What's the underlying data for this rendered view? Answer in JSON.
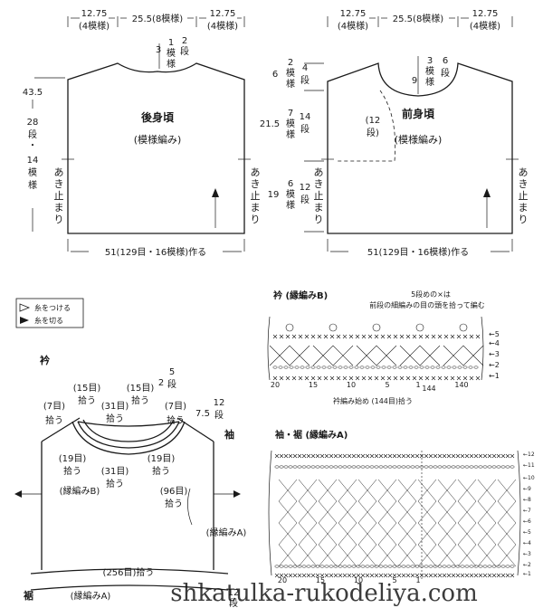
{
  "back_panel": {
    "title": "後身頃",
    "pattern": "(模様編み)",
    "top_left": [
      "12.75",
      "(4模様)"
    ],
    "top_center": [
      "25.5(8模様)"
    ],
    "top_right": [
      "12.75",
      "(4模様)"
    ],
    "neck_rows": [
      "3",
      "1",
      "模",
      "様",
      "2",
      "段"
    ],
    "height_total": [
      "43.5",
      "28",
      "段",
      "・",
      "14",
      "模",
      "様"
    ],
    "opening": [
      "あ",
      "き",
      "止",
      "ま",
      "り"
    ],
    "bottom": "51(129目・16模様)作る"
  },
  "front_panel": {
    "title": "前身頃",
    "pattern": "(模様編み)",
    "top_left": [
      "12.75",
      "(4模様)"
    ],
    "top_center": [
      "25.5(8模様)"
    ],
    "top_right": [
      "12.75",
      "(4模様)"
    ],
    "neck_rows": [
      "9",
      "3",
      "模",
      "様",
      "6",
      "段"
    ],
    "neck_side": [
      "(12",
      "段)"
    ],
    "left_dims": [
      "6",
      "2",
      "模",
      "様",
      "4",
      "段",
      "21.5",
      "7",
      "模",
      "様",
      "14",
      "段",
      "19",
      "6",
      "模",
      "様",
      "12",
      "段"
    ],
    "opening": [
      "あ",
      "き",
      "止",
      "ま",
      "り"
    ],
    "bottom": "51(129目・16模様)作る"
  },
  "legend": {
    "attach": "糸をつける",
    "cut": "糸を切る"
  },
  "assembly": {
    "collar_label": "衿",
    "sleeve_label": "袖",
    "hem_label": "裾",
    "labels": {
      "l15a": "(15目)",
      "l15a_b": "拾う",
      "l15b": "(15目)",
      "l15b_b": "拾う",
      "l31a": "(31目)",
      "l31a_b": "拾う",
      "l7a": "(7目)",
      "l7a_b": "拾う",
      "l7b": "(7目)",
      "l7b_b": "拾う",
      "l19a": "(19目)",
      "l19a_b": "拾う",
      "l19b": "(19目)",
      "l19b_b": "拾う",
      "l31b": "(31目)",
      "l31b_b": "拾う",
      "l96": "(96目)",
      "l96_b": "拾う",
      "edge_b": "(縁編みB)",
      "edge_a1": "(縁編みA)",
      "l256": "(256目)拾う",
      "edge_a2": "(縁編みA)",
      "r2": "2",
      "r5": "5",
      "r5b": "段",
      "r75": "7.5",
      "r12": "12",
      "r12b": "段",
      "r12c": "12",
      "r12d": "段"
    }
  },
  "collar_chart": {
    "title": "衿 (縁編みB)",
    "note1": "5段めの×は",
    "note2": "前段の細編みの目の頭を拾って編む",
    "rows": [
      "←5",
      "←4",
      "←3",
      "←2",
      "←1"
    ],
    "counts": [
      "20",
      "15",
      "10",
      "5",
      "1",
      "144",
      "140"
    ],
    "bottom_note": "衿編み始め (144目)拾う"
  },
  "sleeve_chart": {
    "title": "袖・裾 (縁編みA)",
    "rows": [
      "←12",
      "←11",
      "←10",
      "←9",
      "←8",
      "←7",
      "←6",
      "←5",
      "←4",
      "←3",
      "←2",
      "←1"
    ],
    "counts": [
      "20",
      "15",
      "10",
      "5",
      "1"
    ]
  },
  "watermark": "shkatulka-rukodeliya.com"
}
